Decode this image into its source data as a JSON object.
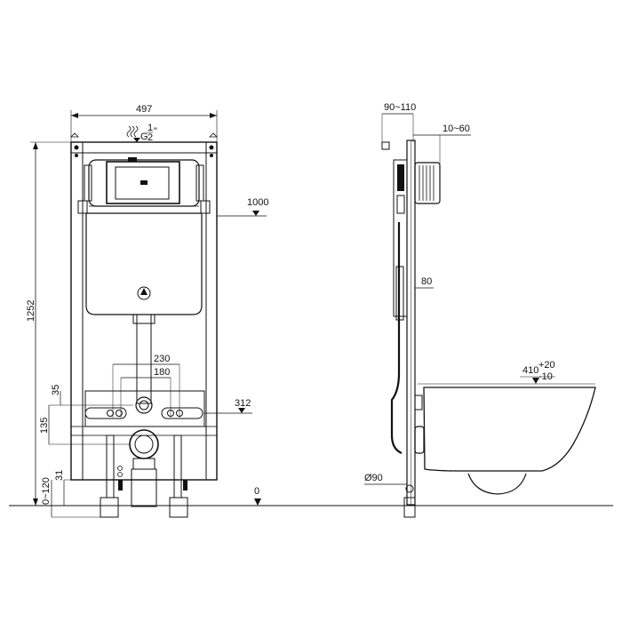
{
  "front_view": {
    "width_label": "497",
    "height_label": "1252",
    "pipe_thread_prefix": "G",
    "pipe_thread_fraction_num": "1",
    "pipe_thread_fraction_den": "2",
    "pipe_thread_suffix": "\"",
    "flush_height_label": "1000",
    "bolt_spacing_outer_label": "230",
    "bolt_spacing_inner_label": "180",
    "bolt_height_label": "312",
    "offset_35_label": "35",
    "offset_135_label": "135",
    "offset_31_label": "31",
    "leg_adjust_label": "0~120",
    "floor_label": "0"
  },
  "side_view": {
    "depth_range_label": "90~110",
    "plate_offset_label": "10~60",
    "frame_depth_label": "80",
    "bowl_height_main": "410",
    "bowl_height_tol_plus": "+20",
    "bowl_height_tol_minus": "-10",
    "drain_diameter_label": "Ø90"
  }
}
